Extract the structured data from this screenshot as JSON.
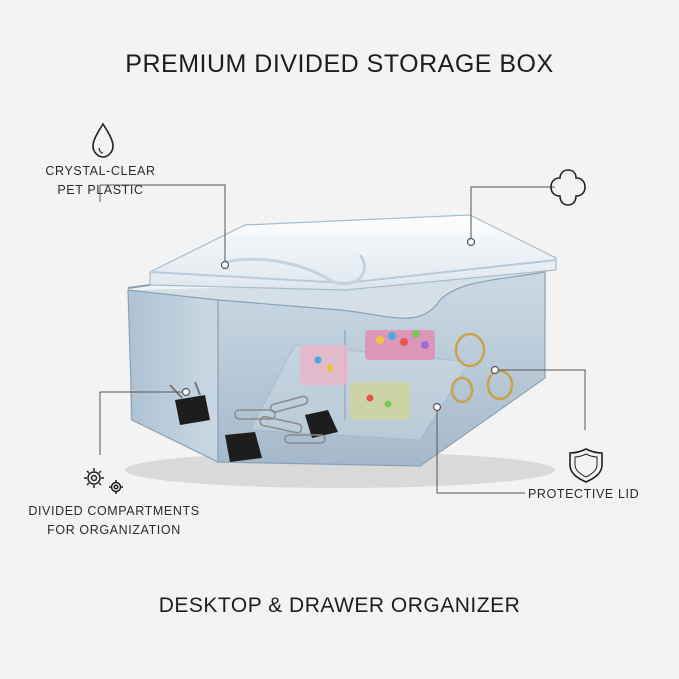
{
  "header": {
    "title": "PREMIUM DIVIDED STORAGE BOX"
  },
  "footer": {
    "subtitle": "DESKTOP & DRAWER ORGANIZER"
  },
  "callouts": {
    "clear_plastic": {
      "line1": "CRYSTAL-CLEAR",
      "line2": "PET PLASTIC",
      "icon": "water-drop-icon"
    },
    "divided": {
      "line1": "DIVIDED COMPARTMENTS",
      "line2": "FOR ORGANIZATION",
      "icon": "gears-icon"
    },
    "lid": {
      "text": "PROTECTIVE LID",
      "icon": "shield-icon"
    },
    "rounded": {
      "icon": "rounded-corner-icon"
    }
  },
  "colors": {
    "background": "#f3f3f3",
    "box_tint": "#b9cbd9",
    "line": "#555555"
  }
}
